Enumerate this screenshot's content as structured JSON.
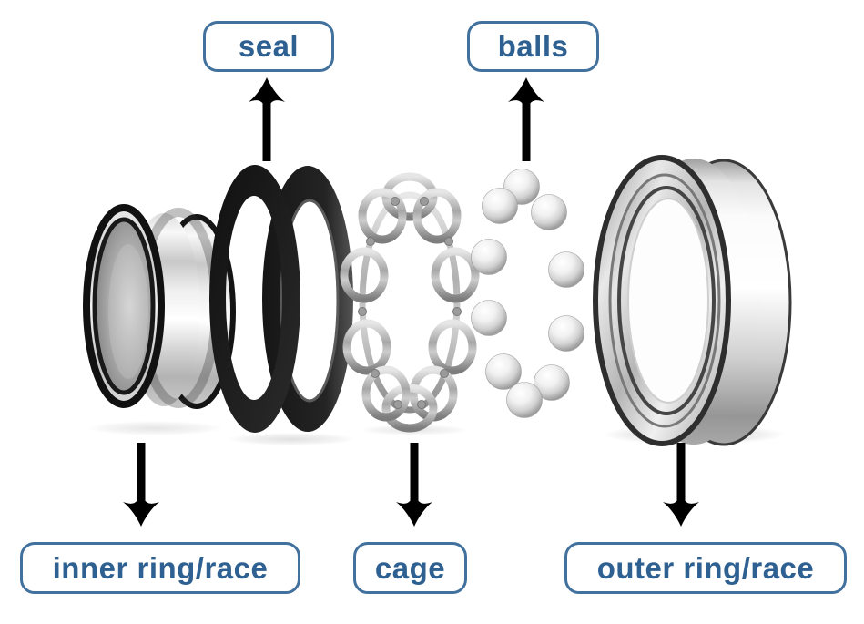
{
  "background": "#ffffff",
  "colors": {
    "background": "#ffffff",
    "arrow": "#3e6e9c",
    "label_border": "#41719c",
    "label_text": "#2e6191",
    "label_bg": "#ffffff"
  },
  "labels": {
    "seal": "seal",
    "balls": "balls",
    "inner_ring": "inner ring/race",
    "cage": "cage",
    "outer_ring": "outer ring/race"
  },
  "diagram": {
    "type": "exploded-view",
    "subject": "ball bearing components",
    "parts_left_to_right": [
      "inner ring/race",
      "seal",
      "cage",
      "balls",
      "outer ring/race"
    ],
    "ball_count_visible": 10
  }
}
